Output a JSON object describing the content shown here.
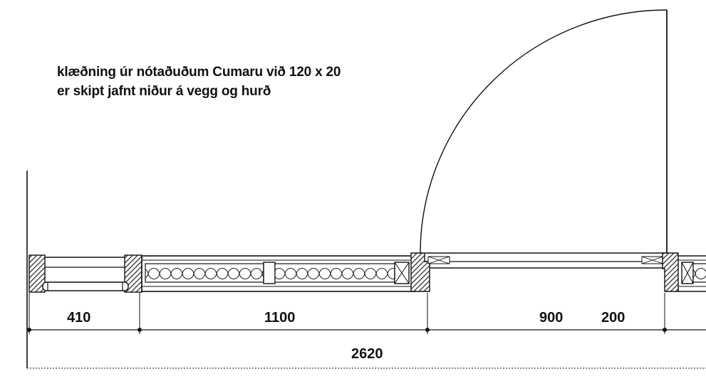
{
  "annotation": {
    "line1": "klæðning úr nótaðuðum Cumaru við 120 x 20",
    "line2": "er skipt jafnt niður á vegg og hurð"
  },
  "dimensions": {
    "d410": "410",
    "d1100": "1100",
    "d900": "900",
    "d200": "200",
    "d2620": "2620"
  },
  "colors": {
    "ink": "#111111",
    "hatch": "#333333",
    "paper": "#ffffff"
  }
}
